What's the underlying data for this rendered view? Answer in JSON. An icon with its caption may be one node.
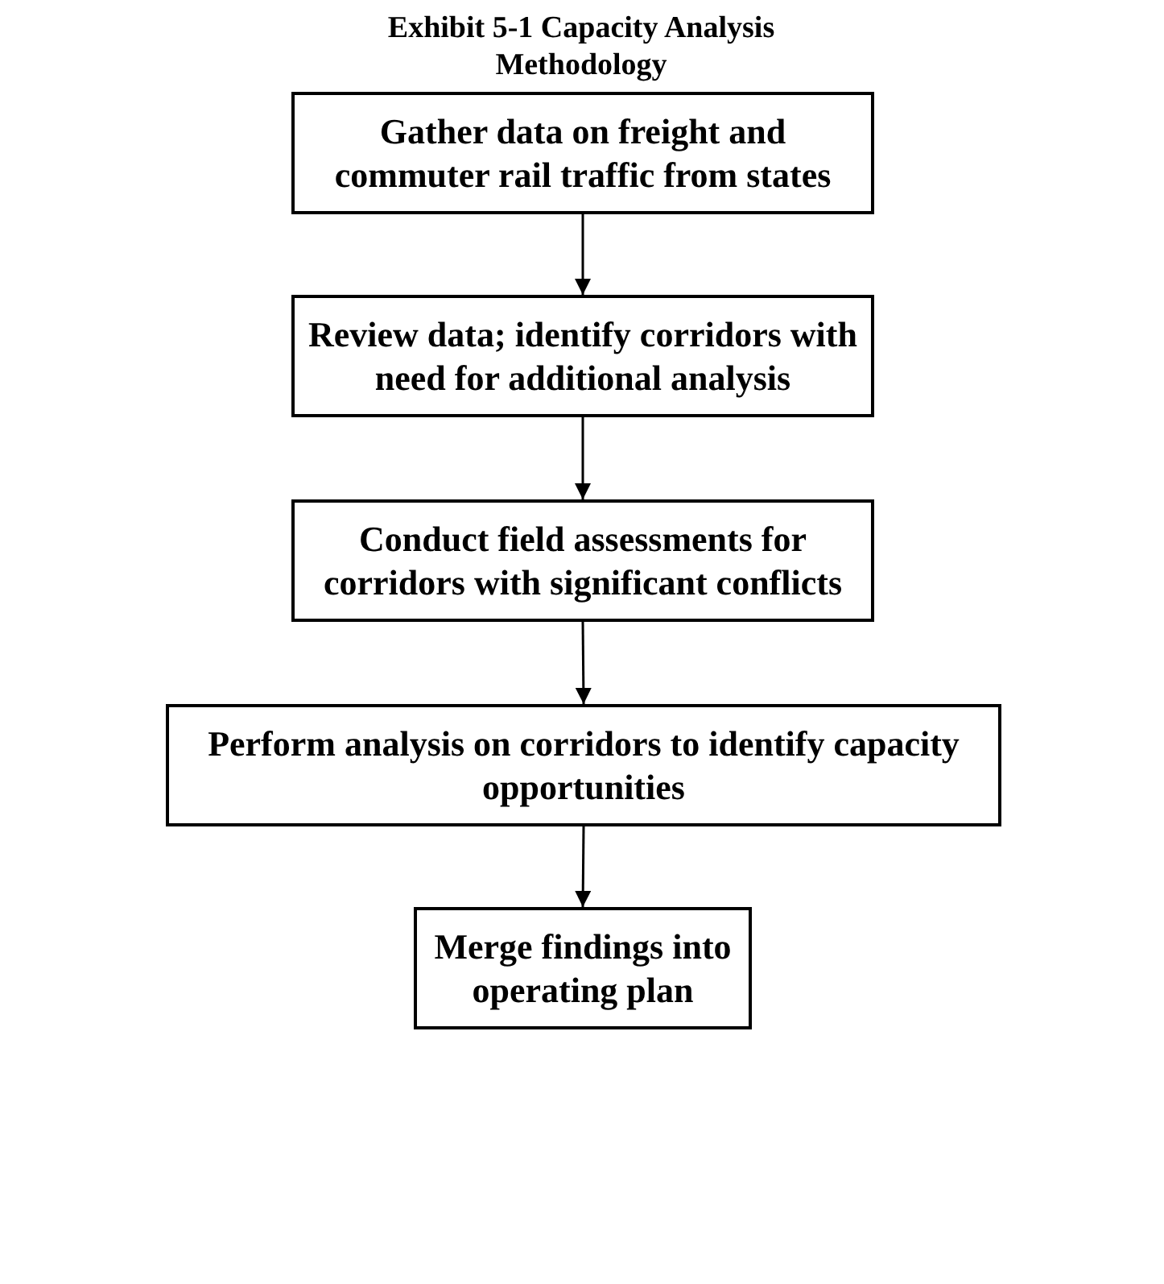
{
  "diagram": {
    "title": "Exhibit 5-1 Capacity Analysis Methodology",
    "nodes": [
      {
        "text": [
          "Gather data on freight and commuter rail traffic from states"
        ]
      },
      {
        "text": [
          "Review data; identify corridors with need for additional analysis"
        ]
      },
      {
        "text": [
          "Conduct field assessments for corridors with significant conflicts"
        ]
      },
      {
        "text": [
          "Perform analysis on corridors to identify capacity opportunities"
        ]
      },
      {
        "text": [
          "Merge findings into operating plan"
        ]
      }
    ],
    "edges": [
      {
        "from": 0,
        "to": 1,
        "arrow": "to"
      },
      {
        "from": 1,
        "to": 2,
        "arrow": "to"
      },
      {
        "from": 2,
        "to": 3,
        "arrow": "to"
      },
      {
        "from": 3,
        "to": 4,
        "arrow": "to"
      }
    ]
  }
}
